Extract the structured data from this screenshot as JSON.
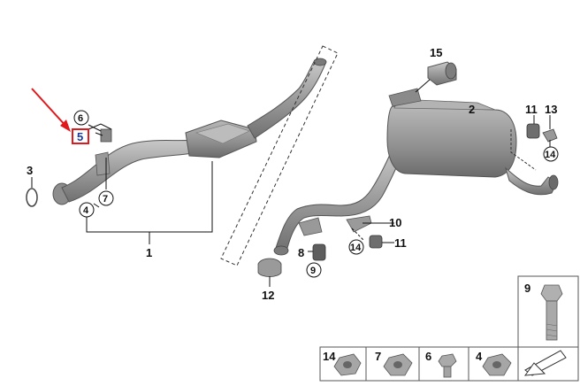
{
  "callouts": {
    "c1": "1",
    "c2": "2",
    "c3": "3",
    "c4": "4",
    "c5": "5",
    "c6": "6",
    "c7": "7",
    "c8": "8",
    "c9": "9",
    "c10": "10",
    "c11a": "11",
    "c11b": "11",
    "c12": "12",
    "c13": "13",
    "c14a": "14",
    "c14b": "14",
    "c15": "15"
  },
  "tray": {
    "p14": "14",
    "p7": "7",
    "p6": "6",
    "p4": "4",
    "p9": "9"
  },
  "highlight": {
    "color": "#e0191d",
    "target": "5"
  },
  "colors": {
    "part": "#9a9a9a",
    "partDark": "#6e6e6e",
    "partLight": "#c4c4c4"
  }
}
